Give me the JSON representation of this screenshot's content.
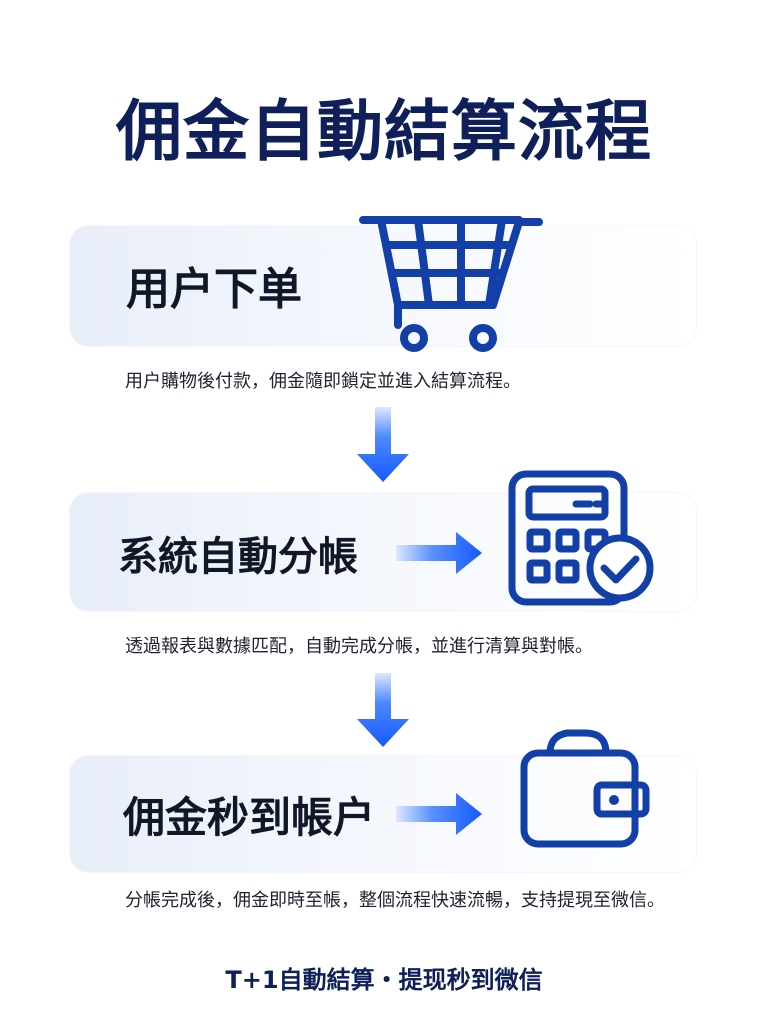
{
  "page": {
    "title": "佣金自動結算流程",
    "footer": "T+1自動結算・提现秒到微信"
  },
  "steps": [
    {
      "label": "用户下单",
      "description": "用户購物後付款，佣金隨即鎖定並進入結算流程。",
      "icon": "shopping-cart-icon"
    },
    {
      "label": "系統自動分帳",
      "description": "透過報表與數據匹配，自動完成分帳，並進行清算與對帳。",
      "icon": "calculator-check-icon"
    },
    {
      "label": "佣金秒到帳户",
      "description": "分帳完成後，佣金即時至帳，整個流程快速流暢，支持提現至微信。",
      "icon": "wallet-icon"
    }
  ],
  "colors": {
    "title": "#0f1f59",
    "icon_stroke": "#1240a8",
    "arrow_start": "#dce9ff",
    "arrow_mid": "#4e88ff",
    "arrow_end": "#1459ff",
    "card_start": "#e8eef8",
    "card_end": "#ffffff"
  }
}
